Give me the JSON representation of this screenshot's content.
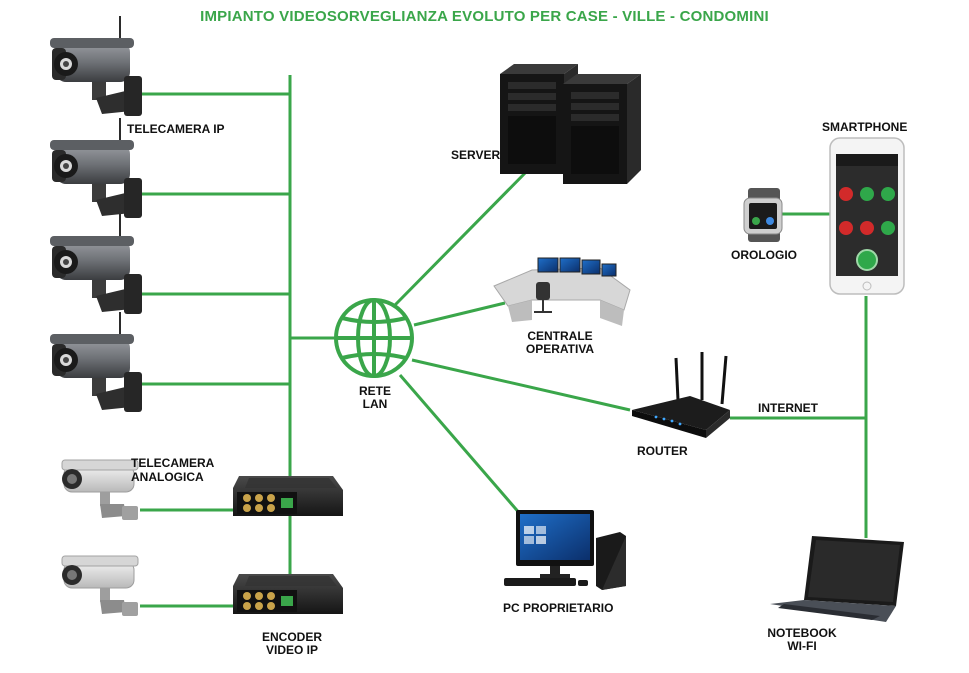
{
  "title": "IMPIANTO VIDEOSORVEGLIANZA EVOLUTO PER CASE - VILLE - CONDOMINI",
  "colors": {
    "accent": "#3aa64a",
    "line": "#3aa64a",
    "device_dark": "#1b1b1b",
    "device_mid": "#3c3c3c",
    "camera_gray": "#7a7d82"
  },
  "labels": {
    "ip_camera": "TELECAMERA IP",
    "analog_camera_line1": "TELECAMERA",
    "analog_camera_line2": "ANALOGICA",
    "encoder_line1": "ENCODER",
    "encoder_line2": "VIDEO IP",
    "lan_line1": "RETE",
    "lan_line2": "LAN",
    "server": "SERVER",
    "control_room_line1": "CENTRALE",
    "control_room_line2": "OPERATIVA",
    "router": "ROUTER",
    "internet": "INTERNET",
    "owner_pc": "PC PROPRIETARIO",
    "smartphone": "SMARTPHONE",
    "watch": "OROLOGIO",
    "notebook_line1": "NOTEBOOK",
    "notebook_line2": "WI-FI"
  },
  "icons": {
    "lan": "globe-network-icon",
    "ip_camera": "ip-camera-icon",
    "analog_camera": "analog-camera-icon",
    "encoder": "video-encoder-icon",
    "server": "server-tower-icon",
    "control_room": "control-room-desk-icon",
    "router": "wifi-router-icon",
    "pc": "desktop-pc-icon",
    "smartphone": "smartphone-icon",
    "watch": "smartwatch-icon",
    "notebook": "notebook-laptop-icon"
  }
}
